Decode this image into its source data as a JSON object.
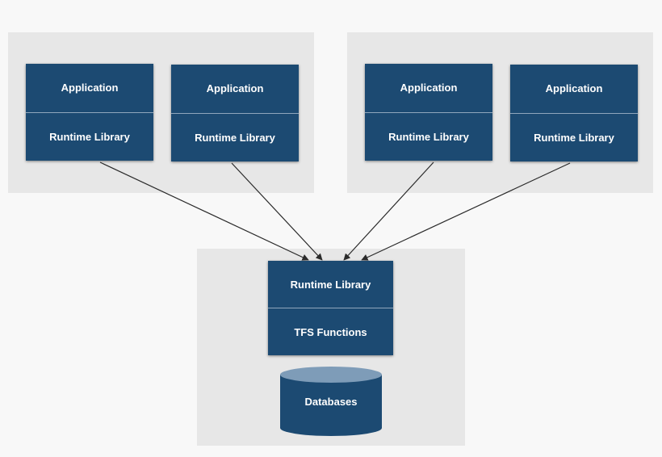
{
  "clients": [
    {
      "top": "Application",
      "bottom": "Runtime Library"
    },
    {
      "top": "Application",
      "bottom": "Runtime Library"
    },
    {
      "top": "Application",
      "bottom": "Runtime Library"
    },
    {
      "top": "Application",
      "bottom": "Runtime Library"
    }
  ],
  "server": {
    "top": "Runtime Library",
    "bottom": "TFS Functions"
  },
  "database": {
    "label": "Databases"
  },
  "colors": {
    "box_fill": "#1c4a72",
    "panel_fill": "#e7e7e7",
    "db_top": "#7e9cb8",
    "arrow": "#2a2a2a"
  }
}
